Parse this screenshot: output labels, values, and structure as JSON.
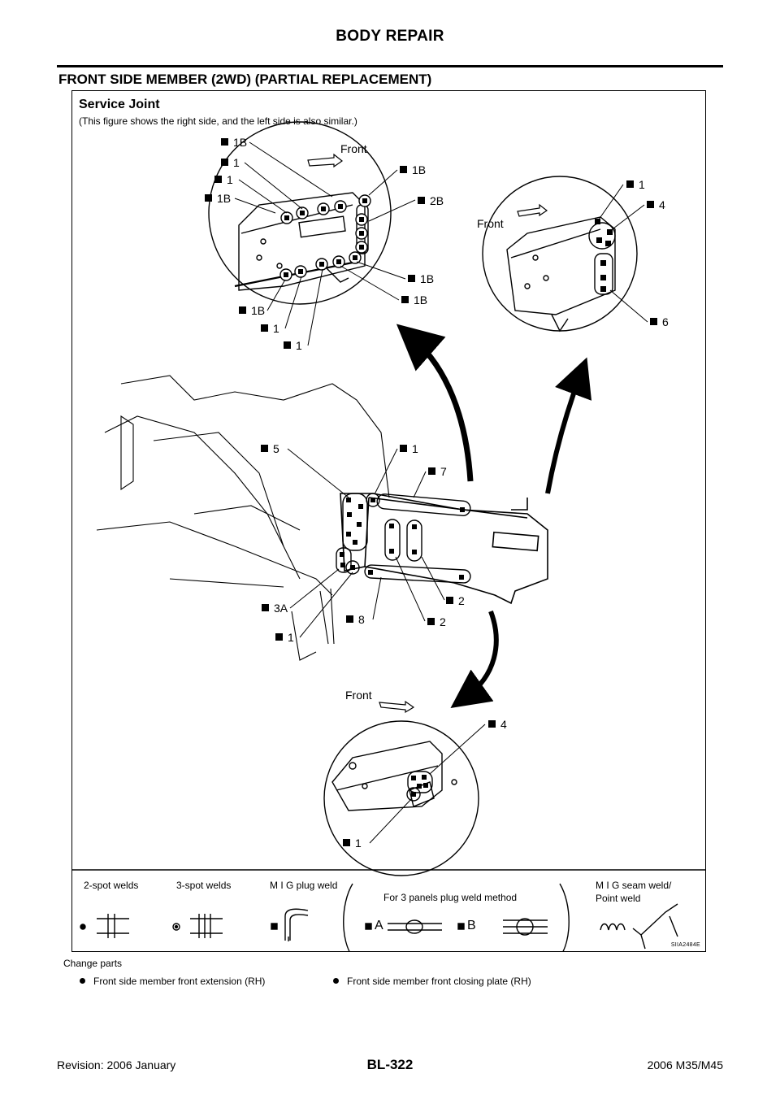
{
  "header": {
    "title": "BODY REPAIR"
  },
  "section": {
    "title": "FRONT SIDE MEMBER (2WD) (PARTIAL REPLACEMENT)"
  },
  "figure": {
    "title": "Service Joint",
    "subtitle": "(This figure shows the right side, and the left side is also similar.)",
    "front_label": "Front",
    "callouts": {
      "upper": [
        "1B",
        "1",
        "1",
        "1B",
        "1B",
        "2B",
        "1B",
        "1B",
        "1B",
        "1",
        "1"
      ],
      "right": [
        "1",
        "4",
        "6"
      ],
      "main": [
        "5",
        "1",
        "7",
        "3A",
        "8",
        "2",
        "2",
        "1"
      ],
      "lower": [
        "4",
        "1"
      ]
    },
    "legend": {
      "two_spot": "2-spot welds",
      "three_spot": "3-spot welds",
      "mig_plug": "M I G plug weld",
      "three_panels": "For 3 panels plug weld method",
      "seam_line1": "M I G seam weld/",
      "seam_line2": "Point weld",
      "a_label": "A",
      "b_label": "B"
    },
    "figure_id": "SIIA2484E"
  },
  "change_parts": {
    "label": "Change parts",
    "items": [
      "Front side member front extension (RH)",
      "Front side member front closing plate (RH)"
    ]
  },
  "footer": {
    "page": "BL-322",
    "revision": "Revision: 2006 January",
    "model": "2006 M35/M45"
  }
}
